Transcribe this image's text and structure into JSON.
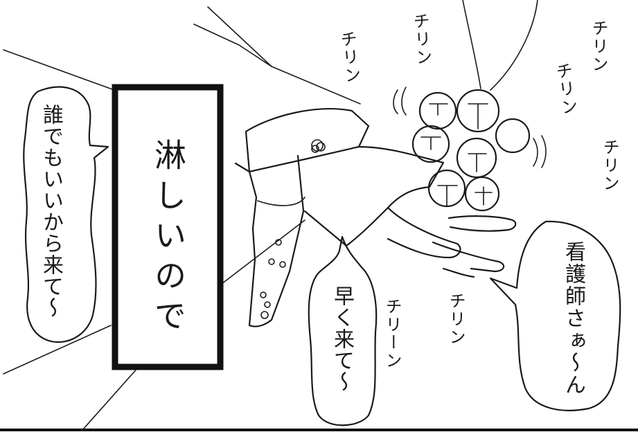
{
  "speech_left": "誰でもいいから来て〜",
  "placard": "淋しいので",
  "speech_middle": "早く来て〜",
  "speech_right": "看護師さぁ〜ん",
  "sfx": [
    "チリン",
    "チリン",
    "チリン",
    "チリン",
    "チリン",
    "チリーン",
    "チリン"
  ]
}
